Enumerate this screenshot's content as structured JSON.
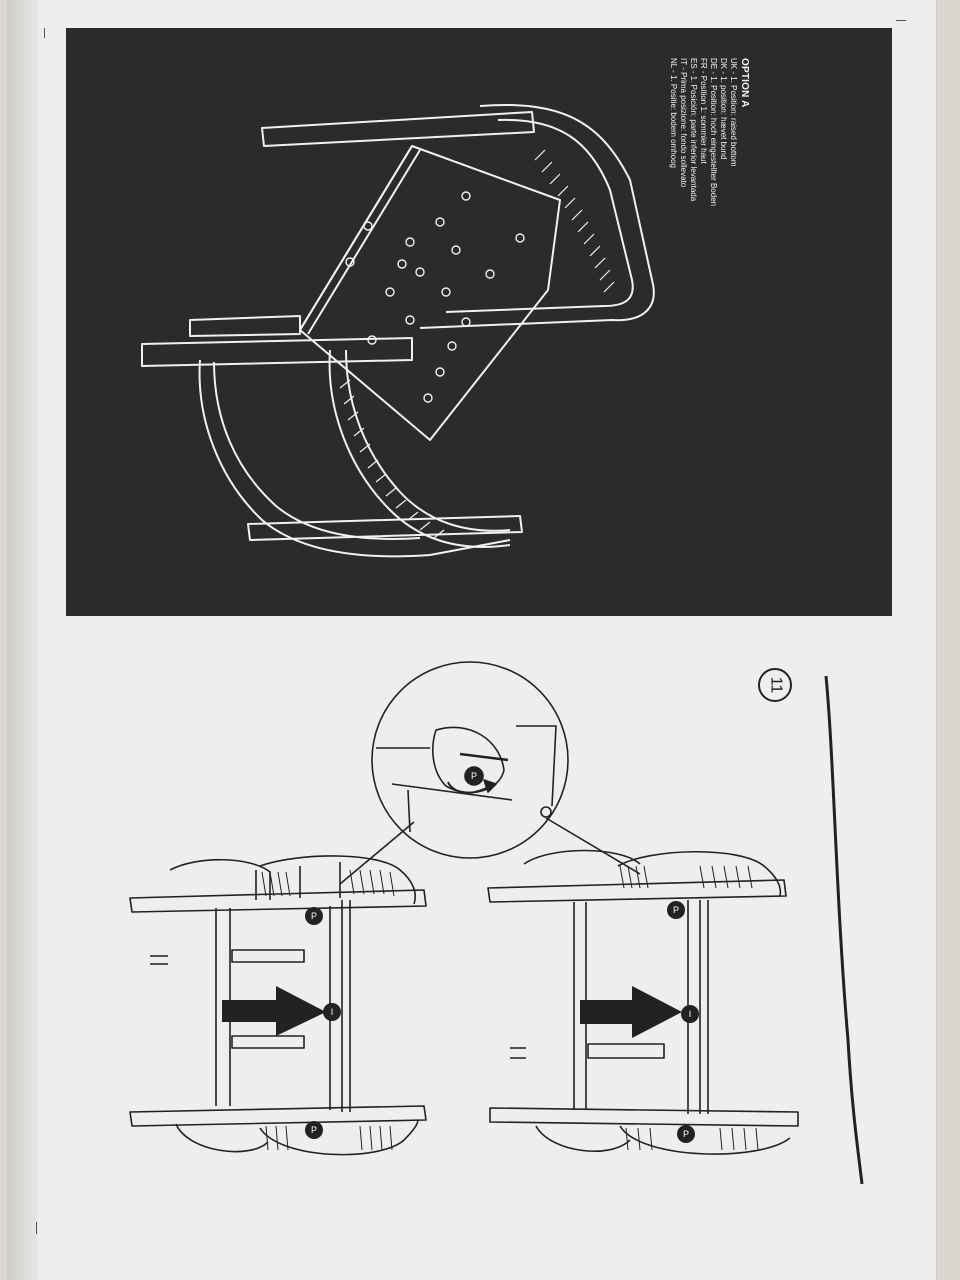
{
  "page": {
    "option": {
      "title": "OPTION A",
      "lines": [
        "UK - 1. Position: raised bottom",
        "DK - 1. position: hævet bund",
        "DE - 1. Position: hoch eingestellter Boden",
        "FR - Position 1: sommier haut",
        "ES - 1. Posición: parte inferior levantada",
        "IT - Prima posizione: fondo sollevato",
        "NL - 1. Positie: bodem omhoog"
      ]
    },
    "step": {
      "number": "11"
    },
    "labels": {
      "part_p": "P",
      "part_i": "I"
    },
    "colors": {
      "paper": "#eceef0",
      "panel": "#2b2b2b",
      "line_white": "#f4f4f4",
      "ink": "#222222"
    },
    "icons": [
      "arrow-right-icon",
      "rotate-arrow-icon",
      "magnifier-detail-icon"
    ]
  }
}
